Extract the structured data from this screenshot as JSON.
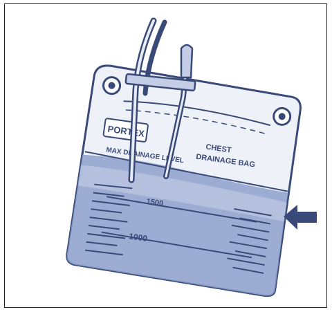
{
  "illustration": {
    "brand_label": "PORTEX",
    "bag_label_line1": "CHEST",
    "bag_label_line2": "DRAINAGE BAG",
    "max_level_label": "MAX DRAINAGE LEVEL",
    "mark_upper": "1500",
    "mark_lower": "1000",
    "colors": {
      "ink": "#3a4a78",
      "fluid": "#8ea0cc",
      "fluid_light": "#c3cde6",
      "bag": "#eef1f8"
    },
    "icons": [
      "tube-icon",
      "arrow-icon"
    ]
  }
}
